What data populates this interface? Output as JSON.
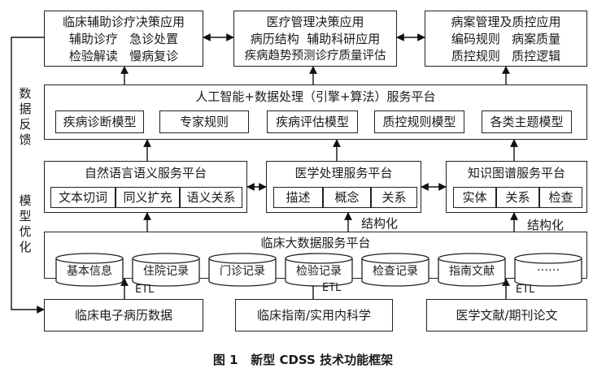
{
  "apps": {
    "clinical": {
      "title": "临床辅助诊疗决策应用",
      "line1": "辅助诊疗   急诊处置",
      "line2": "检验解读   慢病复诊"
    },
    "medical_mgmt": {
      "title": "医疗管理决策应用",
      "line1": "病历结构  辅助科研应用",
      "line2": "疾病趋势预测诊疗质量评估"
    },
    "record_qc": {
      "title": "病案管理及质控应用",
      "line1": "编码规则   病案质量",
      "line2": "质控规则   质控逻辑"
    }
  },
  "ai_platform": {
    "title": "人工智能+数据处理（引擎+算法）服务平台",
    "items": [
      "疾病诊断模型",
      "专家规则",
      "疾病评估模型",
      "质控规则模型",
      "各类主题模型"
    ]
  },
  "nlp_platform": {
    "title": "自然语言语义服务平台",
    "items": [
      "文本切词",
      "同义扩充",
      "语义关系"
    ]
  },
  "med_platform": {
    "title": "医学处理服务平台",
    "items": [
      "描述",
      "概念",
      "关系"
    ]
  },
  "kg_platform": {
    "title": "知识图谱服务平台",
    "items": [
      "实体",
      "关系",
      "检查"
    ]
  },
  "structuring_label": "结构化",
  "bigdata_platform": {
    "title": "临床大数据服务平台",
    "stores": [
      "基本信息",
      "住院记录",
      "门诊记录",
      "检验记录",
      "检查记录",
      "指南文献",
      "……"
    ]
  },
  "etl_label": "ETL",
  "sources": [
    "临床电子病历数据",
    "临床指南/实用内科学",
    "医学文献/期刊论文"
  ],
  "side_labels": {
    "feedback": [
      "数",
      "据",
      "反",
      "馈"
    ],
    "optimize": [
      "模",
      "型",
      "优",
      "化"
    ]
  },
  "caption": "图 1   新型 CDSS 技术功能框架"
}
